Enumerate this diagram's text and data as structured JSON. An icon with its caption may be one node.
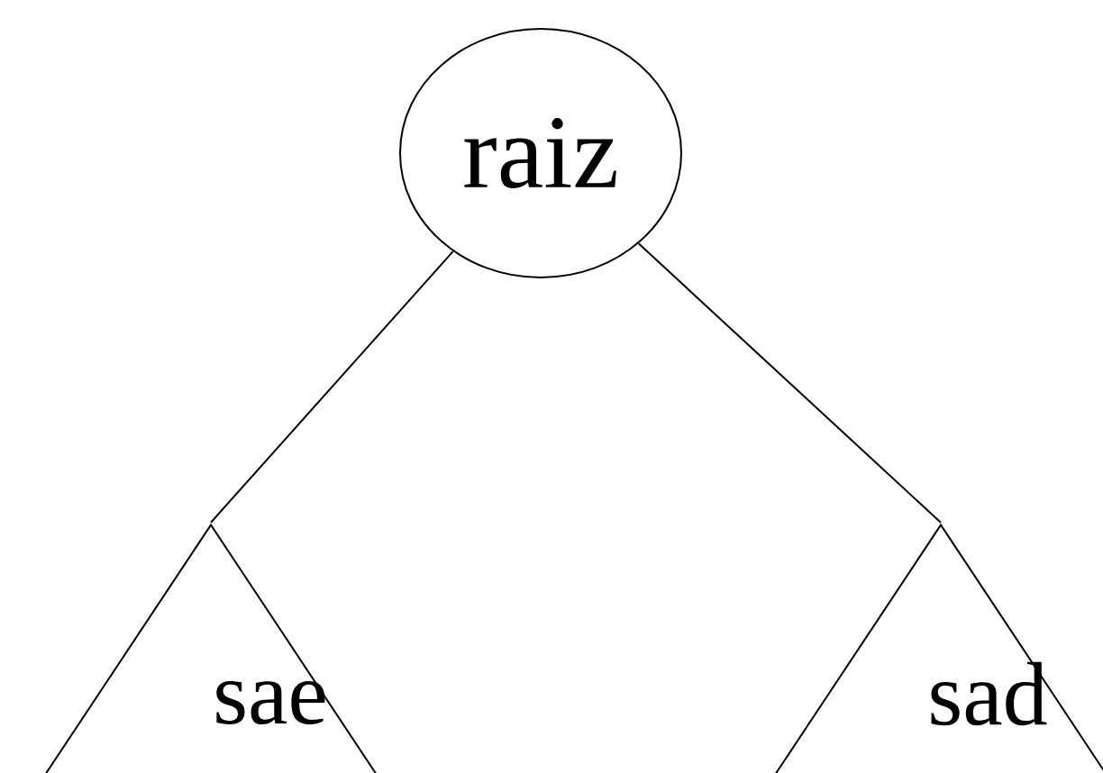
{
  "diagram": {
    "nodes": [
      {
        "text": [
          "raiz"
        ]
      },
      {
        "text": [
          "sae"
        ]
      },
      {
        "text": [
          "sad"
        ]
      }
    ],
    "edges": [
      {
        "from": 0,
        "to": 1,
        "arrow": "none"
      },
      {
        "from": 0,
        "to": 2,
        "arrow": "none"
      }
    ]
  }
}
